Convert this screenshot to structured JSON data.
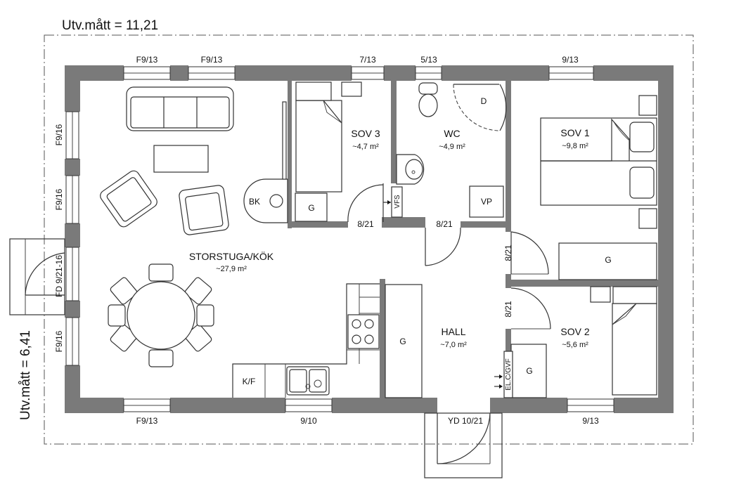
{
  "dims": {
    "width": "Utv.mått = 11,21",
    "height": "Utv.mått = 6,41"
  },
  "rooms": {
    "storstuga": {
      "name": "STORSTUGA/KÖK",
      "area": "~27,9 m²"
    },
    "sov3": {
      "name": "SOV 3",
      "area": "~4,7 m²"
    },
    "wc": {
      "name": "WC",
      "area": "~4,9 m²"
    },
    "sov1": {
      "name": "SOV 1",
      "area": "~9,8 m²"
    },
    "hall": {
      "name": "HALL",
      "area": "~7,0 m²"
    },
    "sov2": {
      "name": "SOV 2",
      "area": "~5,6 m²"
    }
  },
  "windows": {
    "top_1": "F9/13",
    "top_2": "F9/13",
    "top_3": "7/13",
    "top_4": "5/13",
    "top_5": "9/13",
    "left_1": "F9/16",
    "left_2": "F9/16",
    "left_door": "FD 9/21-16",
    "left_3": "F9/16",
    "bottom_1": "F9/13",
    "bottom_2": "9/10",
    "bottom_door": "YD 10/21",
    "bottom_3": "9/13"
  },
  "doors": {
    "sov3": "8/21",
    "wc": "8/21",
    "sov1": "8/21",
    "sov2": "8/21",
    "wc_label": "D"
  },
  "fixtures": {
    "bk": "BK",
    "vfs": "VFS",
    "vp": "VP",
    "kf": "K/F",
    "elcgvf": "EL.C/GVF",
    "closet_sov3": "G",
    "closet_sov1": "G",
    "closet_hall": "G",
    "closet_sov2": "G"
  }
}
